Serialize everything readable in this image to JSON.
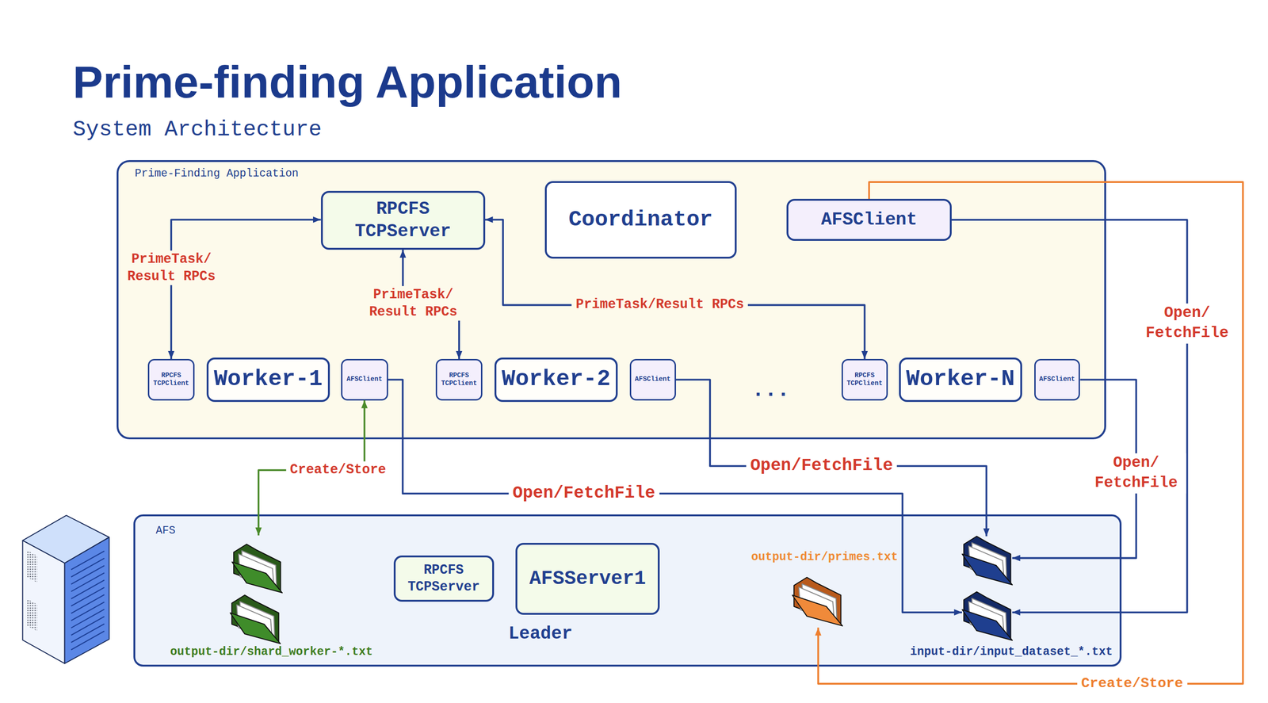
{
  "diagram": {
    "title": "Prime-finding Application",
    "nodes": [
      {
        "text": [
          "Prime-Finding Application"
        ]
      },
      {
        "text": [
          "RPCFS TCPServer"
        ],
        "in": 0
      },
      {
        "text": [
          "Coordinator"
        ],
        "in": 0
      },
      {
        "text": [
          "AFSClient"
        ],
        "in": 0
      },
      {
        "text": [
          "RPCFS TCPClient"
        ],
        "in": 0
      },
      {
        "text": [
          "Worker-1"
        ],
        "in": 0
      },
      {
        "text": [
          "AFSClient"
        ],
        "in": 0
      },
      {
        "text": [
          "RPCFS TCPClient"
        ],
        "in": 0
      },
      {
        "text": [
          "Worker-2"
        ],
        "in": 0
      },
      {
        "text": [
          "AFSClient"
        ],
        "in": 0
      },
      {
        "text": [
          "RPCFS TCPClient"
        ],
        "in": 0
      },
      {
        "text": [
          "Worker-N"
        ],
        "in": 0
      },
      {
        "text": [
          "AFSClient"
        ],
        "in": 0
      },
      {
        "text": [
          "AFS"
        ]
      },
      {
        "text": [
          "output-dir/shard_worker-*.txt"
        ],
        "in": 13
      },
      {
        "text": [
          "RPCFS TCPServer"
        ],
        "in": 13
      },
      {
        "text": [
          "AFSServer1",
          "Leader"
        ],
        "in": 13
      },
      {
        "text": [
          "output-dir/primes.txt"
        ],
        "in": 13
      },
      {
        "text": [
          "input-dir/input_dataset_*.txt"
        ],
        "in": 13
      }
    ],
    "edges": [
      {
        "from": 4,
        "to": 1,
        "arrow": "both",
        "label": "PrimeTask/ Result RPCs"
      },
      {
        "from": 7,
        "to": 1,
        "arrow": "both",
        "label": "PrimeTask/ Result RPCs"
      },
      {
        "from": 10,
        "to": 1,
        "arrow": "both",
        "label": "PrimeTask/Result RPCs"
      },
      {
        "from": 3,
        "to": 18,
        "arrow": "to",
        "label": "Open/ FetchFile"
      },
      {
        "from": 3,
        "to": 17,
        "arrow": "to",
        "label": "Create/Store"
      },
      {
        "from": 6,
        "to": 14,
        "arrow": "both",
        "label": "Create/Store"
      },
      {
        "from": 6,
        "to": 18,
        "arrow": "to",
        "label": "Open/FetchFile"
      },
      {
        "from": 9,
        "to": 18,
        "arrow": "to",
        "label": "Open/FetchFile"
      },
      {
        "from": 12,
        "to": 18,
        "arrow": "to",
        "label": "Open/ FetchFile"
      }
    ],
    "labels": [
      "System Architecture",
      "..."
    ]
  }
}
